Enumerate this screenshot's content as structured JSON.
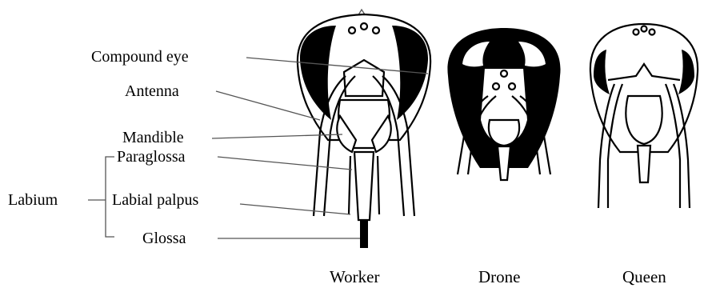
{
  "labels": {
    "compound_eye": "Compound eye",
    "antenna": "Antenna",
    "mandible": "Mandible",
    "paraglossa": "Paraglossa",
    "labium": "Labium",
    "labial_palpus": "Labial palpus",
    "glossa": "Glossa"
  },
  "captions": {
    "worker": "Worker",
    "drone": "Drone",
    "queen": "Queen"
  }
}
